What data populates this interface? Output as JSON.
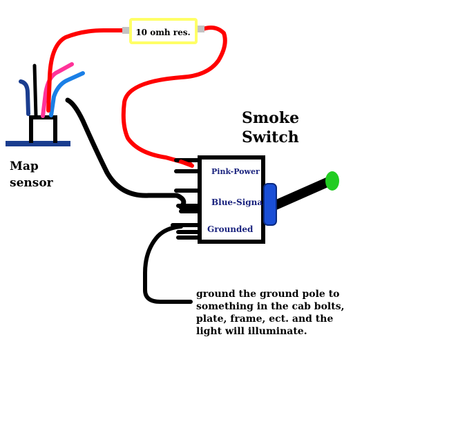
{
  "resistor": {
    "label": "10 omh res."
  },
  "switch": {
    "title_line1": "Smoke",
    "title_line2": "Switch",
    "terminals": {
      "power": "Pink-Power",
      "signal": "Blue-Signal",
      "ground": "Grounded"
    }
  },
  "sensor": {
    "label_line1": "Map",
    "label_line2": "sensor"
  },
  "note": {
    "lines": [
      "ground the ground pole to",
      "something in the cab bolts,",
      "plate, frame, ect. and the",
      "light will illuminate."
    ]
  },
  "colors": {
    "power_wire": "#ff0000",
    "pink_wire": "#ff3399",
    "blue_wire": "#1a7fe6",
    "dark_blue_wire": "#1a3d8f",
    "wire_black": "#000000",
    "resistor_outline": "#ffff66",
    "terminal_gray": "#c3c3c3",
    "terminal_text": "#1a237e",
    "led_green": "#22cc22",
    "toggle_blue": "#1a4fd6"
  }
}
